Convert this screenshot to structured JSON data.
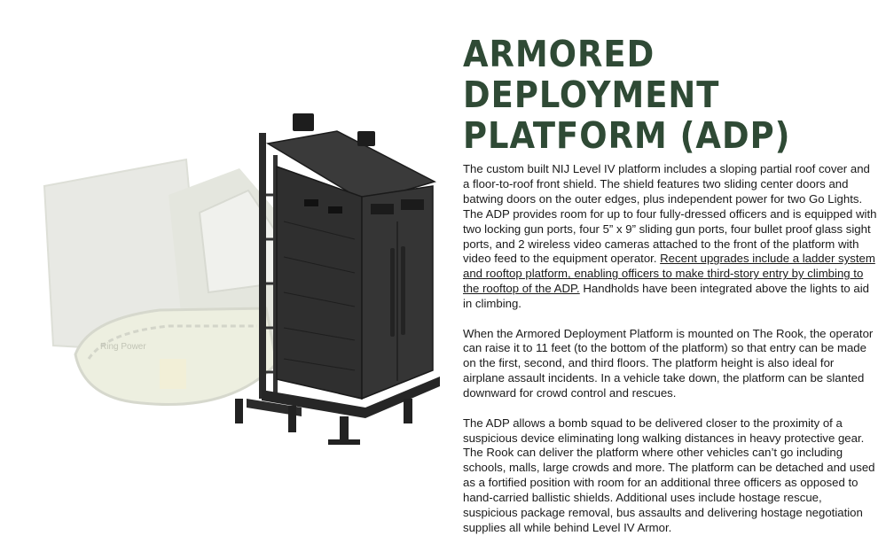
{
  "section": {
    "title_line1": "ARMORED DEPLOYMENT",
    "title_line2": "PLATFORM (ADP)"
  },
  "paragraphs": {
    "p1_a": "The custom built NIJ Level IV platform includes a sloping partial roof cover and a floor-to-roof front shield. The shield features two sliding center doors and batwing doors on the outer edges, plus independent power for two Go Lights. The ADP provides room for up to four fully-dressed officers and is equipped with two locking gun ports, four 5” x 9” sliding gun ports, four bullet proof glass sight ports, and 2 wireless video cameras attached to the front of the platform with video feed to the equipment operator. ",
    "p1_link": "Recent upgrades include a ladder system and rooftop platform, enabling officers to make third-story entry by climbing to the rooftop of the ADP.",
    "p1_b": " Handholds have been integrated above the lights to aid in climbing.",
    "p2": "When the Armored Deployment Platform is mounted on The Rook, the operator can raise it to 11 feet (to the bottom of the platform) so that entry can be made on the first, second, and third floors. The platform height is also ideal for airplane assault incidents. In a vehicle take down, the platform can be slanted downward for crowd control and rescues.",
    "p3": "The ADP allows a bomb squad to be delivered closer to the proximity of a suspicious device eliminating long walking distances in heavy protective gear. The Rook can deliver the platform where other vehicles can’t go including schools, malls, large crowds and more. The platform can be detached and used as a fortified position with room for an additional three officers as opposed to hand-carried ballistic shields. Additional uses include hostage rescue, suspicious package removal, bus assaults and delivering hostage negotiation supplies all while behind Level IV Armor."
  },
  "image": {
    "vehicle_logo_text": "Ring Power"
  },
  "colors": {
    "title": "#2f4a35",
    "text": "#1a1a1a",
    "armor": "#2b2b2b",
    "vehicle_faded": "#d9dccf"
  }
}
